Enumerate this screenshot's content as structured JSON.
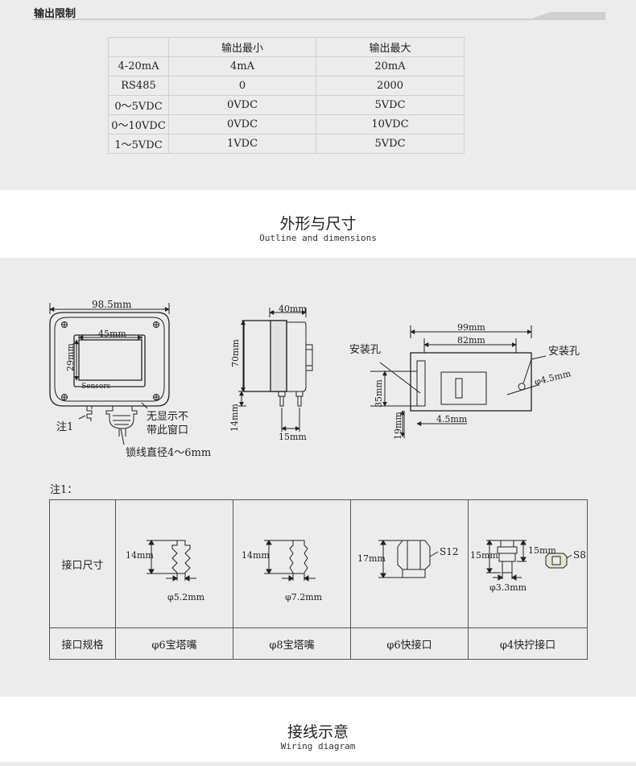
{
  "output_limits": {
    "header": "输出限制",
    "columns": [
      "",
      "输出最小",
      "输出最大"
    ],
    "rows": [
      [
        "4-20mA",
        "4mA",
        "20mA"
      ],
      [
        "RS485",
        "0",
        "2000"
      ],
      [
        "0～5VDC",
        "0VDC",
        "5VDC"
      ],
      [
        "0～10VDC",
        "0VDC",
        "10VDC"
      ],
      [
        "1～5VDC",
        "1VDC",
        "5VDC"
      ]
    ]
  },
  "outline_section": {
    "title_cn": "外形与尺寸",
    "title_en": "Outline and dimensions"
  },
  "front_view": {
    "width_label": "98.5mm",
    "screen_width_label": "45mm",
    "screen_height_label": "29mm",
    "brand": "Sensors",
    "note_marker": "注1",
    "no_window_note_line1": "无显示不",
    "no_window_note_line2": "带此窗口",
    "cable_note": "锁线直径4～6mm"
  },
  "side_view": {
    "depth_label": "40mm",
    "height_label": "70mm",
    "nozzle_height_label": "14mm",
    "nozzle_spacing_label": "15mm"
  },
  "mount_view": {
    "hole_label_left": "安装孔",
    "hole_label_right": "安装孔",
    "outer_width_label": "99mm",
    "inner_width_label": "82mm",
    "hole_diameter_label": "φ4.5mm",
    "height_label": "35mm",
    "base_height_label": "19mm",
    "offset_label": "4.5mm"
  },
  "note1": {
    "label": "注1：",
    "row_label_size": "接口尺寸",
    "row_label_spec": "接口规格",
    "ports": [
      {
        "height": "14mm",
        "diameter": "φ5.2mm",
        "spec": "φ6宝塔嘴"
      },
      {
        "height": "14mm",
        "diameter": "φ7.2mm",
        "spec": "φ8宝塔嘴"
      },
      {
        "height": "17mm",
        "thread": "S12",
        "spec": "φ6快接口"
      },
      {
        "height_left": "15mm",
        "height_right": "15mm",
        "diameter": "φ3.3mm",
        "thread": "S8",
        "spec": "φ4快拧接口"
      }
    ]
  },
  "wiring_section": {
    "title_cn": "接线示意",
    "title_en": "Wiring diagram"
  }
}
